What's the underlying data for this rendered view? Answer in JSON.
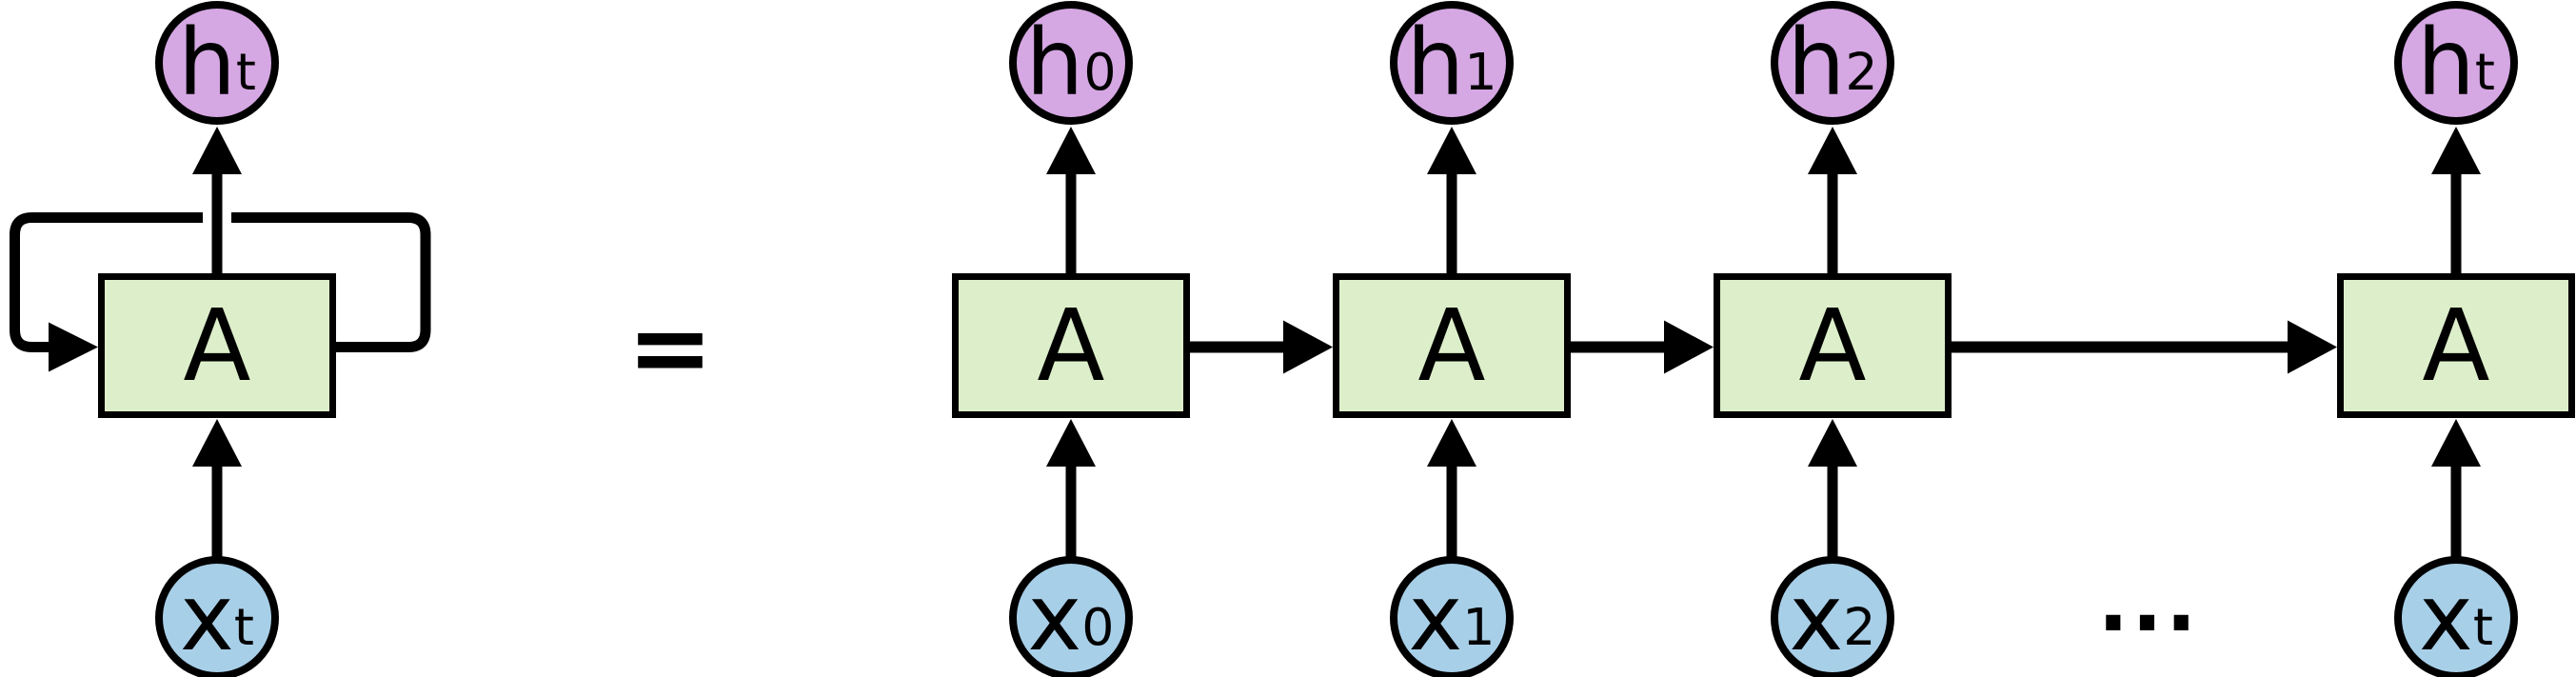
{
  "equals_sign": "=",
  "ellipsis": "...",
  "colors": {
    "hidden_state_fill": "#d5a7e3",
    "cell_fill": "#ddefca",
    "input_fill": "#a8cfe8",
    "line": "#000000",
    "background": "#ffffff"
  },
  "rolled_unit": {
    "output": {
      "base": "h",
      "sub": "t"
    },
    "cell": "A",
    "input": {
      "base": "x",
      "sub": "t"
    }
  },
  "unrolled_units": [
    {
      "output": {
        "base": "h",
        "sub": "0"
      },
      "cell": "A",
      "input": {
        "base": "x",
        "sub": "0"
      }
    },
    {
      "output": {
        "base": "h",
        "sub": "1"
      },
      "cell": "A",
      "input": {
        "base": "x",
        "sub": "1"
      }
    },
    {
      "output": {
        "base": "h",
        "sub": "2"
      },
      "cell": "A",
      "input": {
        "base": "x",
        "sub": "2"
      }
    },
    {
      "output": {
        "base": "h",
        "sub": "t"
      },
      "cell": "A",
      "input": {
        "base": "x",
        "sub": "t"
      }
    }
  ]
}
